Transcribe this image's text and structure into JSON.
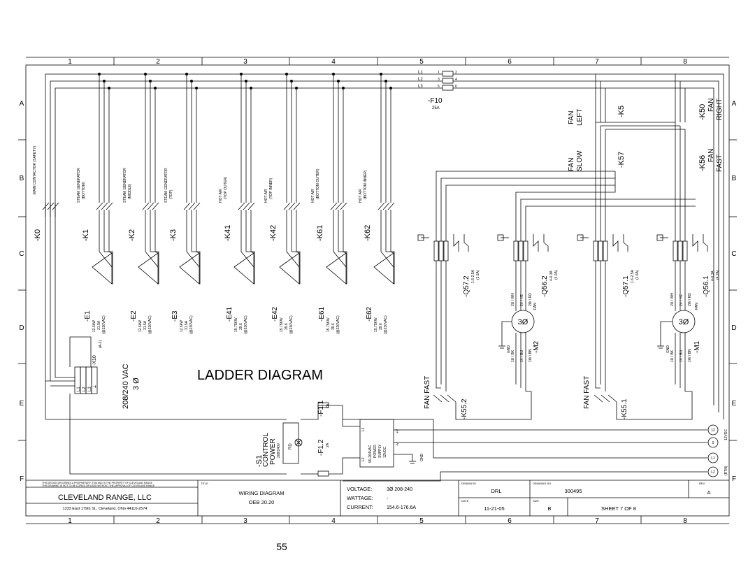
{
  "column_numbers": [
    "1",
    "2",
    "3",
    "4",
    "5",
    "6",
    "7",
    "8"
  ],
  "row_letters": [
    "A",
    "B",
    "C",
    "D",
    "E",
    "F"
  ],
  "diagram_title": "LADDER DIAGRAM",
  "page_number": "55",
  "supply": {
    "voltage": "208/240 VAC",
    "phase": "3 Ø"
  },
  "main_contactor": {
    "tag": "-K0",
    "label": "MAIN CONTACTOR (SAFETY)"
  },
  "terminal_block": {
    "tag": "-X10",
    "note": "(A-Z)",
    "terminals": [
      "L1",
      "L2",
      "L3",
      "⏚"
    ]
  },
  "contactors": [
    {
      "tag": "-K1",
      "label_1": "STEAM GENERATOR",
      "label_2": "(BOTTOM)",
      "element": "-E1",
      "spec_1": "12.6kW",
      "spec_2": "31.5A",
      "spec_3": "(@230VAC)"
    },
    {
      "tag": "-K2",
      "label_1": "STEAM GENERATOR",
      "label_2": "(MIDDLE)",
      "element": "-E2",
      "spec_1": "12.6kW",
      "spec_2": "31.5A",
      "spec_3": "(@230VAC)"
    },
    {
      "tag": "-K3",
      "label_1": "STEAM GENERATOR",
      "label_2": "(TOP)",
      "element": "-E3",
      "spec_1": "12.6kW",
      "spec_2": "31.5A",
      "spec_3": "(@230VAC)"
    },
    {
      "tag": "-K41",
      "label_1": "HOT AIR",
      "label_2": "(TOP OUTER)",
      "element": "-E41",
      "spec_1": "15.75KW",
      "spec_2": "39.6",
      "spec_3": "(@230VAC)"
    },
    {
      "tag": "-K42",
      "label_1": "HOT AIR",
      "label_2": "(TOP INNER)",
      "element": "-E42",
      "spec_1": "15.75KW",
      "spec_2": "39.6",
      "spec_3": "(@230VAC)"
    },
    {
      "tag": "-K61",
      "label_1": "HOT AIR",
      "label_2": "(BOTTOM OUTER)",
      "element": "-E61",
      "spec_1": "15.75KW",
      "spec_2": "39.6",
      "spec_3": "(@230VAC)"
    },
    {
      "tag": "-K62",
      "label_1": "HOT AIR",
      "label_2": "(BOTTOM INNER)",
      "element": "-E62",
      "spec_1": "15.75KW",
      "spec_2": "39.6",
      "spec_3": "(@230VAC)"
    }
  ],
  "fuse_main": {
    "tag": "-F10",
    "rating": "25A",
    "lines": [
      "L1",
      "L2",
      "L3"
    ],
    "in_terms": [
      "1",
      "3",
      "5"
    ],
    "out_terms": [
      "2",
      "4",
      "6"
    ]
  },
  "fan_contactors": [
    {
      "tag": "-K5",
      "label_1": "FAN",
      "label_2": "LEFT"
    },
    {
      "tag": "-K50",
      "label_1": "FAN",
      "label_2": "RIGHT"
    },
    {
      "tag": "-K57",
      "label_1": "FAN",
      "label_2": "SLOW"
    },
    {
      "tag": "-K56",
      "label_1": "FAN",
      "label_2": "FAST"
    }
  ],
  "breakers": [
    {
      "tag": "-Q57.2",
      "range": "1.6-2.5A",
      "setting": "(1.6A)"
    },
    {
      "tag": "-Q56.2",
      "range": "4-6.3A",
      "setting": "(4.2A)"
    },
    {
      "tag": "-Q57.1",
      "range": "1.6-2.5A",
      "setting": "(1.6A)"
    },
    {
      "tag": "-Q56.1",
      "range": "4-6.3A",
      "setting": "(4.2A)"
    }
  ],
  "motors": [
    {
      "tag": "-M2",
      "symbol": "3Ø",
      "fan_terminals": [
        "2U / WH",
        "2V / YE",
        "2W / RD"
      ],
      "low_terminals": [
        "1U / BK",
        "1V / BU",
        "1W / BN"
      ],
      "fan_label": "FAN",
      "gnd": "GND"
    },
    {
      "tag": "-M1",
      "symbol": "3Ø",
      "fan_terminals": [
        "2U / WH",
        "2V / YE",
        "2W / RD"
      ],
      "low_terminals": [
        "1U / BK",
        "1V / BU",
        "1W / BN"
      ],
      "fan_label": "FAN",
      "gnd": "GND"
    }
  ],
  "fan_fast_relays": [
    {
      "tag": "-K55.2",
      "label": "FAN FAST"
    },
    {
      "tag": "-K55.1",
      "label": "FAN FAST"
    }
  ],
  "control": {
    "switch_tag": "-S1",
    "switch_label_1": "CONTROL",
    "switch_label_2": "POWER",
    "switch_volt": "208/240V",
    "lamp": "RD",
    "fuse_1": {
      "tag": "-F1.1",
      "rating": "2A"
    },
    "fuse_2": {
      "tag": "-F1.2",
      "rating": "2A"
    },
    "psu_lines": [
      "90-264VAC",
      "POWER",
      "SUPPLY",
      "12VDC"
    ],
    "psu_terms": [
      "L1",
      "L2",
      "+V",
      "-V",
      "GND"
    ],
    "outputs": [
      "12",
      "0",
      "L1",
      "L2"
    ],
    "output_note_1": "12VDC",
    "output_note_2": "(RTN)"
  },
  "title_block": {
    "disclaimer_1": "THIS DESIGN DESCRIBES A PROPRIETARY ITEM AND IS THE PROPERTY OF CLEVELAND RANGE",
    "disclaimer_2": "THIS DRAWING IS NOT TO BE COPIED OR USED WITHOUT THE APPROVAL OF CLEVELAND RANGE",
    "company": "CLEVELAND RANGE, LLC",
    "address": "1333 East 179th St., Cleveland, Ohio 44110-2574",
    "title_caption": "TITLE",
    "title_1": "WIRING DIAGRAM",
    "title_2": "OEB 20.20",
    "voltage_label": "VOLTAGE:",
    "voltage_value": "3Ø 208-240",
    "wattage_label": "WATTAGE:",
    "wattage_value": "-",
    "current_label": "CURRENT:",
    "current_value": "154.6-176.6A",
    "drawn_by_caption": "DRAWN BY",
    "drawn_by": "DRL",
    "drawing_no_caption": "DRAWING NO",
    "drawing_no": "300495",
    "rev_caption": "REV",
    "rev": "A",
    "date_caption": "DATE",
    "date": "11-21-05",
    "size_caption": "SIZE",
    "size": "B",
    "sheet": "SHEET  7   OF  8"
  }
}
